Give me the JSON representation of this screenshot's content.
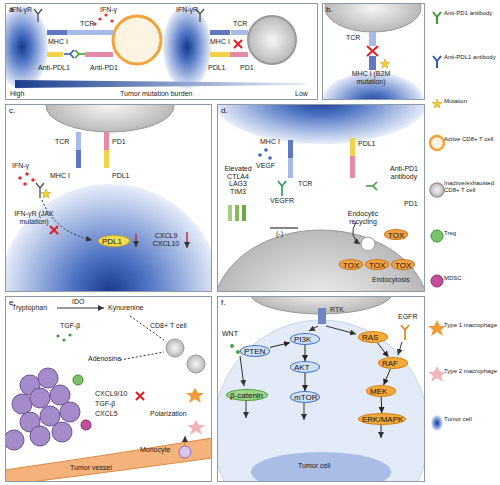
{
  "diagram": {
    "nodes": [
      {
        "text": [
          "a."
        ]
      },
      {
        "text": [
          "b."
        ]
      },
      {
        "text": [
          "c."
        ]
      },
      {
        "text": [
          "PDL1"
        ],
        "in": 2
      },
      {
        "text": [
          "d."
        ]
      },
      {
        "text": [
          "TOX"
        ],
        "in": 4
      },
      {
        "text": [
          "TOX"
        ],
        "in": 4
      },
      {
        "text": [
          "TOX"
        ],
        "in": 4
      },
      {
        "text": [
          "TOX"
        ],
        "in": 4
      },
      {
        "text": [
          "e."
        ]
      },
      {
        "text": [
          "f."
        ]
      },
      {
        "text": [
          "PTEN"
        ],
        "in": 10
      },
      {
        "text": [
          "PI3K"
        ],
        "in": 10
      },
      {
        "text": [
          "RAS"
        ],
        "in": 10
      },
      {
        "text": [
          "AKT"
        ],
        "in": 10
      },
      {
        "text": [
          "RAF"
        ],
        "in": 10
      },
      {
        "text": [
          "MEK"
        ],
        "in": 10
      },
      {
        "text": [
          "β-catenin"
        ],
        "in": 10
      },
      {
        "text": [
          "mTOR"
        ],
        "in": 10
      },
      {
        "text": [
          "ERK/MAPK"
        ],
        "in": 10
      }
    ],
    "edges": [
      {
        "from": 11,
        "to": 12,
        "arrow": "to"
      },
      {
        "from": 12,
        "to": 14,
        "arrow": "to"
      },
      {
        "from": 14,
        "to": 18,
        "arrow": "to"
      },
      {
        "from": 13,
        "to": 15,
        "arrow": "to"
      },
      {
        "from": 15,
        "to": 16,
        "arrow": "to"
      },
      {
        "from": 16,
        "to": 19,
        "arrow": "to"
      }
    ],
    "labels": [
      "IFN-γR",
      "MHC I",
      "TCR",
      "IFN-γ",
      "Anti-PDL1",
      "Anti-PD1",
      "IFN-γR",
      "MHC I",
      "TCR",
      "PDL1",
      "PD1",
      "High",
      "Tumor mutation burden",
      "Low",
      "TCR",
      "MHC I (B2M mutation)",
      "TCR",
      "PD1",
      "IFN-γ",
      "MHC I",
      "IFN-γR (JAK mutation)",
      "PDL1",
      "CXCL9 CXCL10",
      "MHC I",
      "PDL1",
      "Elevated CTLA4 LAG3 TIM3",
      "VEGF",
      "VEGFR",
      "TCR",
      "Anti-PD1 antibody",
      "PD1",
      "Endocytic recycling",
      "Endocytosis",
      "(-)",
      "Tryptophan",
      "IDO",
      "Kynurenine",
      "TGF-β",
      "CD8+ T cell",
      "Adenosine",
      "CXCL9/10",
      "TGF-β",
      "CXCL5",
      "Polarization",
      "Monocyte",
      "Tumor vessel",
      "WNT",
      "RTK",
      "EGFR",
      "Tumor cell"
    ],
    "legend": [
      {
        "text": "Anti-PD1 antibody"
      },
      {
        "text": "Anti-PDL1 antibody"
      },
      {
        "text": "Mutation"
      },
      {
        "text": "Active CD8+ T cell"
      },
      {
        "text": "Inactive/exhausted CD8+ T cell"
      },
      {
        "text": "Treg"
      },
      {
        "text": "MDSC"
      },
      {
        "text": "Type 1 macrophage"
      },
      {
        "text": "Type 2 macrophage"
      },
      {
        "text": "Tumor cell"
      }
    ]
  }
}
